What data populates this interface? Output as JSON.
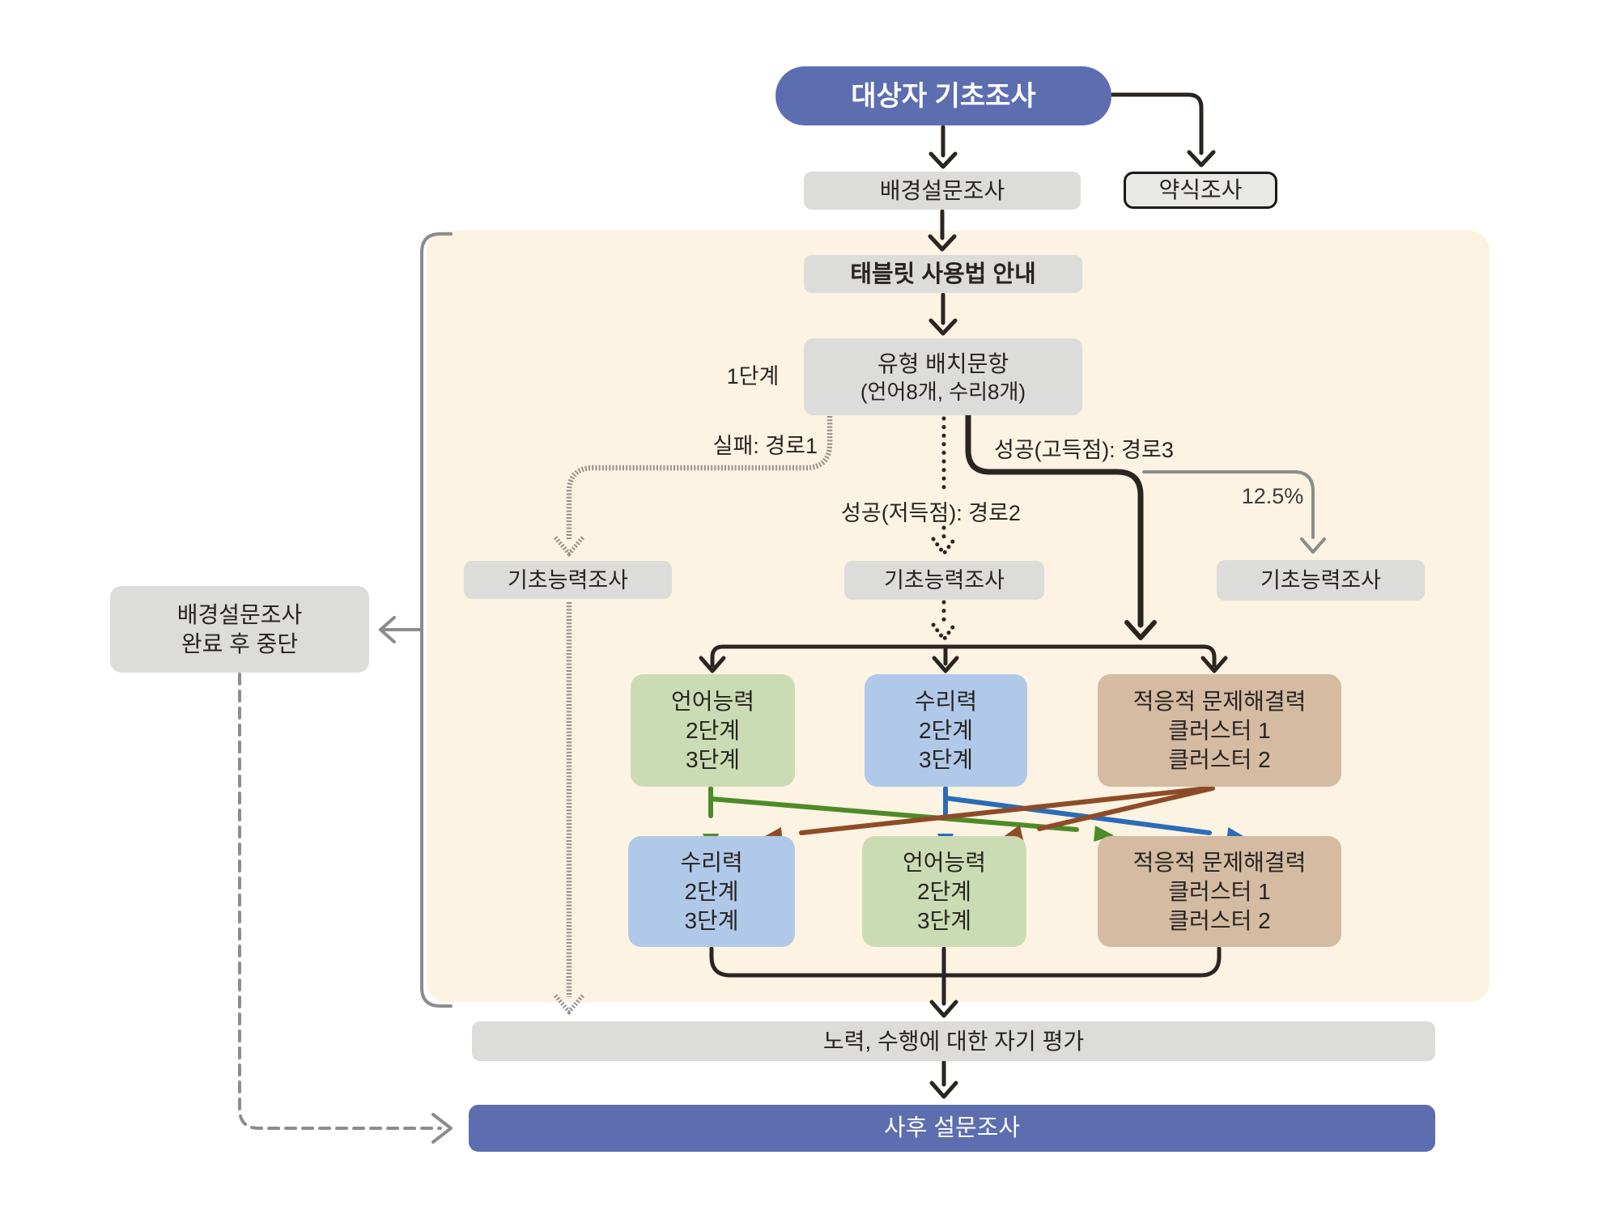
{
  "colors": {
    "brand_blue": "#5c6eb0",
    "panel_cream": "#fcf3e2",
    "box_gray": "#dcdcda",
    "green_box": "#cbdcb4",
    "blue_box": "#b0c9e9",
    "tan_box": "#d5bba2",
    "green_arrow": "#4d8b29",
    "blue_arrow": "#2b6cb8",
    "brown_arrow": "#8d4c27",
    "line_black": "#2b2522",
    "line_gray": "#8c8c8c",
    "hatch_gray": "#98908a"
  },
  "nodes": {
    "subject_survey": "대상자 기초조사",
    "background_survey": "배경설문조사",
    "brief_survey": "약식조사",
    "tablet_guide": "태블릿 사용법 안내",
    "placement": {
      "title": "유형 배치문항",
      "subtitle": "(언어8개, 수리8개)"
    },
    "basic_ability_left": "기초능력조사",
    "basic_ability_middle": "기초능력조사",
    "basic_ability_right": "기초능력조사",
    "exit": {
      "line1": "배경설문조사",
      "line2": "완료 후 중단"
    },
    "self_eval": "노력, 수행에 대한 자기 평가",
    "post_survey": "사후 설문조사"
  },
  "labels": {
    "stage1": "1단계",
    "fail_path1": "실패: 경로1",
    "success_low_path2": "성공(저득점): 경로2",
    "success_high_path3": "성공(고득점): 경로3",
    "percent": "12.5%"
  },
  "row1": [
    {
      "lines": [
        "언어능력",
        "2단계",
        "3단계"
      ]
    },
    {
      "lines": [
        "수리력",
        "2단계",
        "3단계"
      ]
    },
    {
      "lines": [
        "적응적 문제해결력",
        "클러스터 1",
        "클러스터 2"
      ]
    }
  ],
  "row2": [
    {
      "lines": [
        "수리력",
        "2단계",
        "3단계"
      ]
    },
    {
      "lines": [
        "언어능력",
        "2단계",
        "3단계"
      ]
    },
    {
      "lines": [
        "적응적 문제해결력",
        "클러스터 1",
        "클러스터 2"
      ]
    }
  ]
}
